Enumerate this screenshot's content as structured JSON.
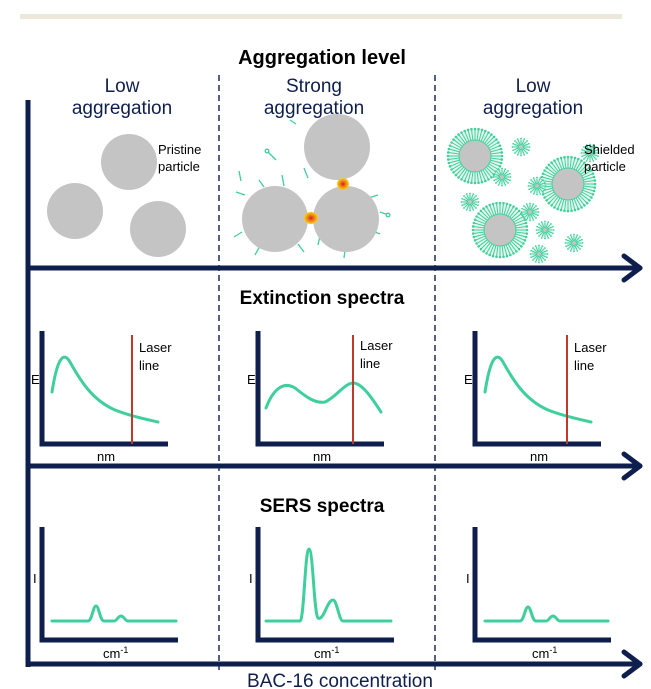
{
  "top_heading": "Aggregation level",
  "columns": [
    {
      "line1": "Low",
      "line2": "aggregation"
    },
    {
      "line1": "Strong",
      "line2": "aggregation"
    },
    {
      "line1": "Low",
      "line2": "aggregation"
    }
  ],
  "particle_labels": {
    "pristine_1": "Pristine",
    "pristine_2": "particle",
    "shielded_1": "Shielded",
    "shielded_2": "particle"
  },
  "extinction": {
    "heading": "Extinction spectra",
    "y_label": "E",
    "x_label": "nm",
    "laser_1": "Laser",
    "laser_2": "line"
  },
  "sers": {
    "heading": "SERS spectra",
    "y_label": "I",
    "x_label": "cm",
    "x_label_sup": "-1"
  },
  "bottom_axis_label": "BAC-16 concentration",
  "colors": {
    "navy": "#0f1f4d",
    "teal": "#3fcf9c",
    "particle": "#c4c4c4",
    "laser": "#c0392b",
    "hotspot": "#f0c419",
    "top_rule": "#ece9dc"
  }
}
